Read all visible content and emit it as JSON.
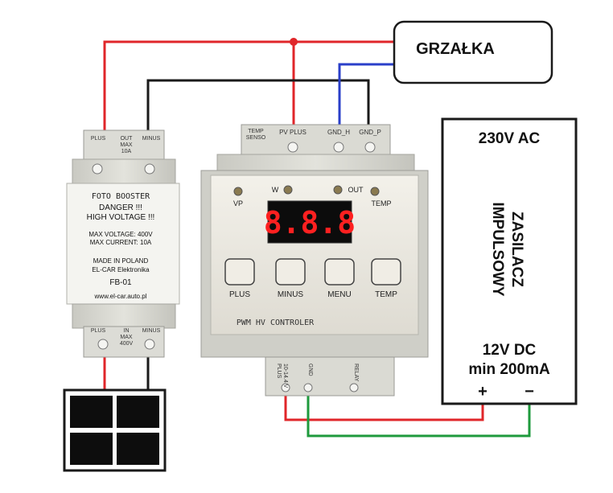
{
  "heater": {
    "label": "GRZAŁKA"
  },
  "power_supply": {
    "input": "230V AC",
    "name_line1": "ZASILACZ",
    "name_line2": "IMPULSOWY",
    "output_line1": "12V DC",
    "output_line2": "min 200mA",
    "plus": "+",
    "minus": "−"
  },
  "booster": {
    "top_terminals": [
      "PLUS",
      "OUT\nMAX\n10A",
      "MINUS"
    ],
    "title": "FOTO BOOSTER",
    "warning1": "DANGER !!!",
    "warning2": "HIGH VOLTAGE !!!",
    "max_voltage": "MAX VOLTAGE: 400V",
    "max_current": "MAX CURRENT: 10A",
    "made_in": "MADE IN POLAND",
    "maker": "EL-CAR Elektronika",
    "model": "FB-01",
    "url": "www.el-car.auto.pl",
    "bottom_terminals": [
      "PLUS",
      "IN\nMAX\n400V",
      "MINUS"
    ]
  },
  "controller": {
    "top_terminals": [
      "TEMP\nSENSO",
      "PV PLUS",
      "GND_H",
      "GND_P"
    ],
    "indicators": [
      "VP",
      "W",
      "OUT",
      "TEMP"
    ],
    "display": "8.8.8",
    "buttons": [
      "PLUS",
      "MINUS",
      "MENU",
      "TEMP"
    ],
    "name": "PWM HV CONTROLER",
    "bottom_terminals": [
      "10-14.4 V\nPLUS",
      "GND",
      "RELAY"
    ]
  },
  "colors": {
    "red_wire": "#e0262a",
    "black_wire": "#1a1a1a",
    "blue_wire": "#2a3fc9",
    "green_wire": "#1e9a3c",
    "module_body": "#d9d9d2",
    "panel": "#ece9e0",
    "display_red": "#ff2020"
  }
}
